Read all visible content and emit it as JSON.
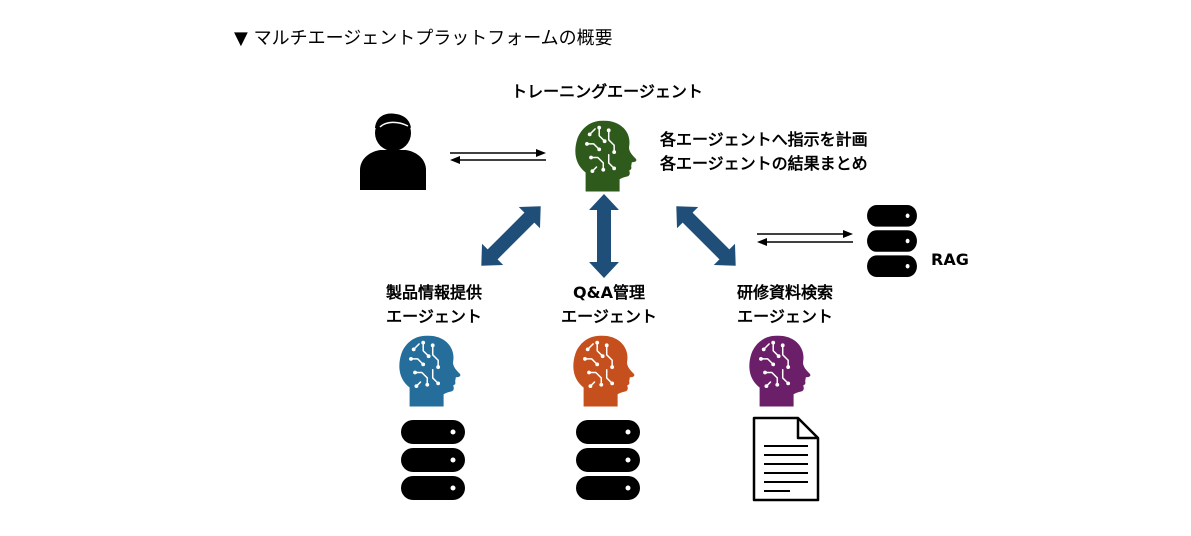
{
  "title": "▼ マルチエージェントプラットフォームの概要",
  "training_agent": {
    "label": "トレーニングエージェント",
    "desc_line1": "各エージェントへ指示を計画",
    "desc_line2": "各エージェントの結果まとめ",
    "color": "#2e5a1c"
  },
  "agents": [
    {
      "line1": "製品情報提供",
      "line2": "エージェント",
      "color": "#256d9a"
    },
    {
      "line1": "Q&A管理",
      "line2": "エージェント",
      "color": "#c5501d"
    },
    {
      "line1": "研修資料検索",
      "line2": "エージェント",
      "color": "#6b1f68"
    }
  ],
  "rag": {
    "label": "RAG"
  },
  "arrow_color": "#1f4e79",
  "icons": [
    "user-icon",
    "ai-head-icon",
    "database-icon",
    "document-icon"
  ]
}
